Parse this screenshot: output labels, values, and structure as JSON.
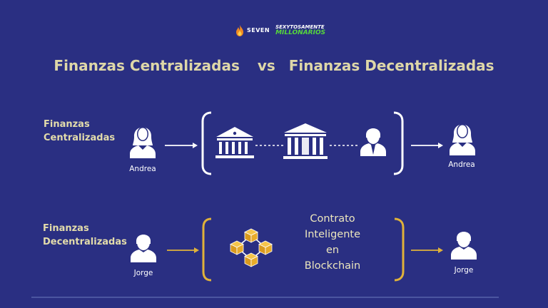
{
  "brand": {
    "left_name": "SEVEN",
    "right_top": "SEXYTOSAMENTE",
    "right_bottom": "MILLONARIOS"
  },
  "title": {
    "left": "Finanzas Centralizadas",
    "vs": "vs",
    "right": "Finanzas Decentralizadas"
  },
  "centralized": {
    "label_line1": "Finanzas",
    "label_line2": "Centralizadas",
    "sender": "Andrea",
    "receiver": "Andrea"
  },
  "decentralized": {
    "label_line1": "Finanzas",
    "label_line2": "Decentralizadas",
    "sender": "Jorge",
    "receiver": "Jorge",
    "contract_lines": [
      "Contrato",
      "Inteligente",
      "en",
      "Blockchain"
    ]
  },
  "colors": {
    "background": "#2a2f82",
    "title": "#ded7a8",
    "central_accent": "#ffffff",
    "decentral_accent": "#e0b23a"
  },
  "icons": [
    "fire-icon",
    "bank-icon",
    "building-icon",
    "banker-icon",
    "person-icon",
    "blockchain-icon",
    "arrow-icon"
  ]
}
